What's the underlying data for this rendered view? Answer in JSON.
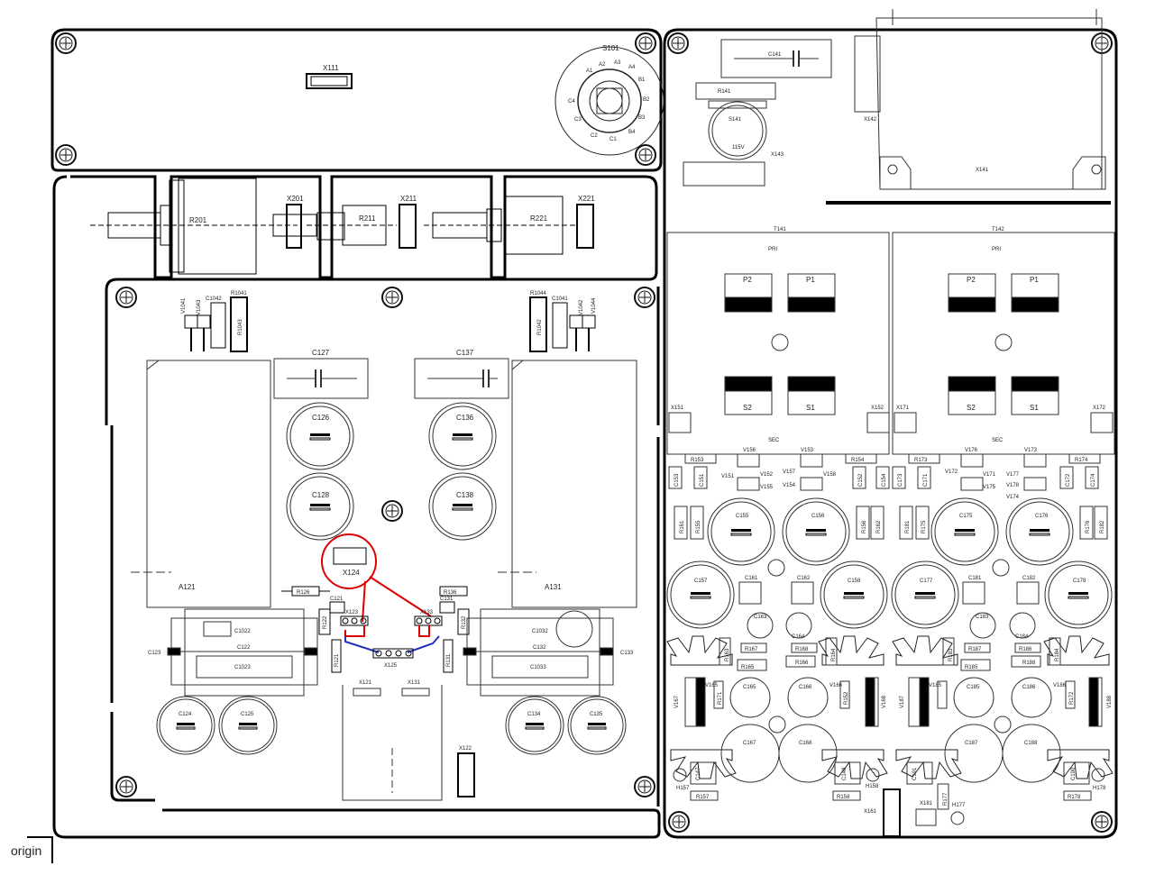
{
  "labels": {
    "origin": "origin",
    "X111": "X111",
    "S101": "S101",
    "C141": "C141",
    "R141": "R141",
    "S141": "S141",
    "X142": "X142",
    "X141": "X141",
    "X143": "X143",
    "R201": "R201",
    "X201": "X201",
    "R211": "R211",
    "X211": "X211",
    "R221": "R221",
    "X221": "X221",
    "V1041": "V1041",
    "V1043": "V1043",
    "C1042": "C1042",
    "R1041": "R1041",
    "R1043": "R1043",
    "R1044": "R1044",
    "R1042": "R1042",
    "C1041": "C1041",
    "V1042": "V1042",
    "V1044": "V1044",
    "C127": "C127",
    "C137": "C137",
    "C126": "C126",
    "C128": "C128",
    "C136": "C136",
    "C138": "C138",
    "A121": "A121",
    "A131": "A131",
    "X124": "X124",
    "R126": "R126",
    "R136": "R136",
    "C121": "C121",
    "C131": "C131",
    "R122": "R122",
    "R132": "R132",
    "X123": "X123",
    "X133": "X133",
    "X125": "X125",
    "R121": "R121",
    "R131": "R131",
    "C1022": "C1022",
    "C1032": "C1032",
    "C122": "C122",
    "C132": "C132",
    "C1023": "C1023",
    "C1033": "C1033",
    "C123": "C123",
    "C133": "C133",
    "X121": "X121",
    "X131": "X131",
    "C124": "C124",
    "C125": "C125",
    "C134": "C134",
    "C135": "C135",
    "X122": "X122",
    "T141": "T141",
    "T142": "T142",
    "PRI": "PRI",
    "SEC": "SEC",
    "P1": "P1",
    "P2": "P2",
    "S1": "S1",
    "S2": "S2",
    "X151": "X151",
    "X152": "X152",
    "X171": "X171",
    "X172": "X172",
    "R153": "R153",
    "R154": "R154",
    "R173": "R173",
    "R174": "R174",
    "V151": "V151",
    "V152": "V152",
    "V153": "V153",
    "V154": "V154",
    "V155": "V155",
    "V156": "V156",
    "V157": "V157",
    "V158": "V158",
    "V171": "V171",
    "V172": "V172",
    "V173": "V173",
    "V174": "V174",
    "V175": "V175",
    "V176": "V176",
    "V177": "V177",
    "V178": "V178",
    "C151": "C151",
    "C152": "C152",
    "C153": "C153",
    "C154": "C154",
    "C171": "C171",
    "C172": "C172",
    "C173": "C173",
    "C174": "C174",
    "R161": "R161",
    "R155": "R155",
    "R156": "R156",
    "R162": "R162",
    "R181": "R181",
    "R175": "R175",
    "R176": "R176",
    "R182": "R182",
    "C155": "C155",
    "C156": "C156",
    "C175": "C175",
    "C176": "C176",
    "C157": "C157",
    "C158": "C158",
    "C177": "C177",
    "C178": "C178",
    "C161": "C161",
    "C162": "C162",
    "C181": "C181",
    "C182": "C182",
    "C163": "C163",
    "C164": "C164",
    "C183": "C183",
    "C184": "C184",
    "R163": "R163",
    "R164": "R164",
    "R183": "R183",
    "R184": "R184",
    "R167": "R167",
    "R168": "R168",
    "R187": "R187",
    "R186": "R186",
    "R165": "R165",
    "R166": "R166",
    "R185": "R185",
    "R188": "R188",
    "V167": "V167",
    "V165": "V165",
    "V166": "V166",
    "V168": "V168",
    "V187": "V187",
    "V185": "V185",
    "V186": "V186",
    "V188": "V188",
    "R171": "R171",
    "R152": "R152",
    "R172": "R172",
    "C165": "C165",
    "C166": "C166",
    "C185": "C185",
    "C186": "C186",
    "C167": "C167",
    "C168": "C168",
    "C187": "C187",
    "C188": "C188",
    "C147": "C147",
    "C148": "C148",
    "C191": "C191",
    "C190": "C190",
    "H157": "H157",
    "H158": "H158",
    "H177": "H177",
    "H178": "H178",
    "R157": "R157",
    "R158": "R158",
    "R177": "R177",
    "R178": "R178",
    "X161": "X161",
    "X181": "X181",
    "sw_A1": "A1",
    "sw_A2": "A2",
    "sw_A3": "A3",
    "sw_A4": "A4",
    "sw_B1": "B1",
    "sw_B2": "B2",
    "sw_B3": "B3",
    "sw_B4": "B4",
    "sw_C1": "C1",
    "sw_C2": "C2",
    "sw_C3": "C3",
    "sw_C4": "C4",
    "v115": "115V"
  }
}
